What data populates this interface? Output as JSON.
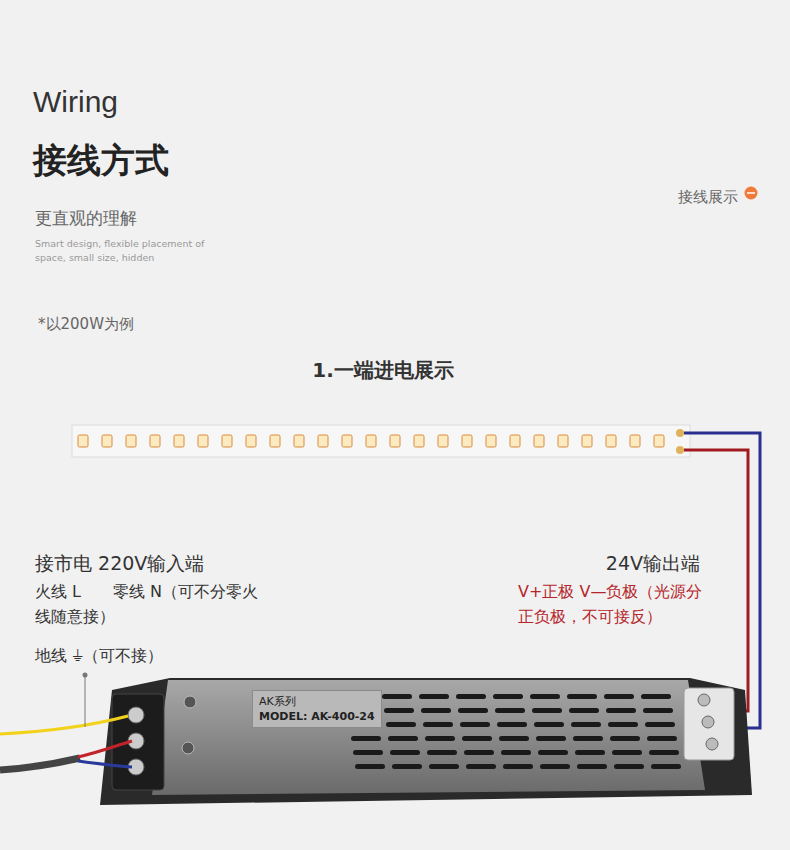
{
  "diagram": {
    "title": "接线方式",
    "nodes": [
      {
        "text": [
          "AK系列",
          "MODEL: AK-400-24"
        ]
      }
    ],
    "labels": [
      "Wiring",
      "更直观的理解",
      "Smart design, flexible placement of space, small size, hidden",
      "接线展示",
      "*以200W为例",
      "1.一端进电展示",
      "接市电 220V输入端",
      "火线 L　　零线 N（可不分零火线随意接）",
      "地线 ⏚（可不接）",
      "24V输出端",
      "V+正极 V—负极（光源分正负极，不可接反）"
    ]
  }
}
